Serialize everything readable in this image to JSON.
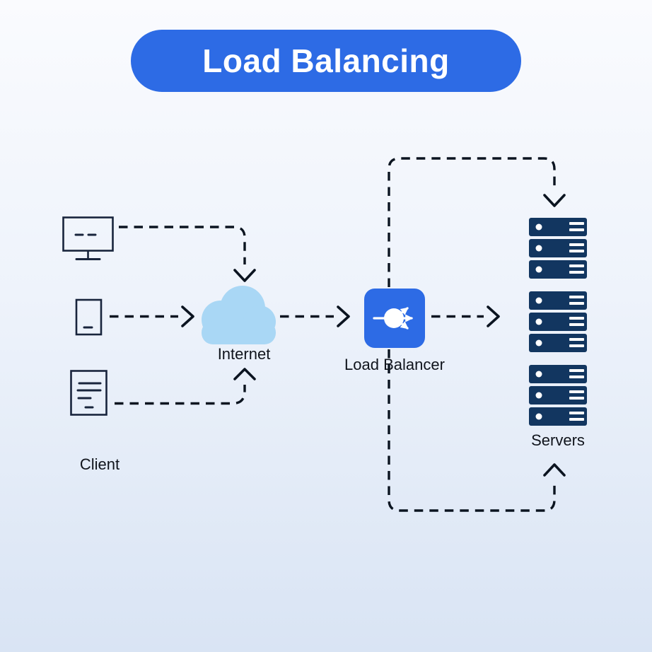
{
  "title": "Load Balancing",
  "nodes": {
    "client": {
      "label": "Client",
      "devices": [
        "desktop-monitor",
        "mobile-phone",
        "document"
      ]
    },
    "internet": {
      "label": "Internet"
    },
    "load_balancer": {
      "label": "Load Balancer"
    },
    "servers": {
      "label": "Servers",
      "stack_count": 3,
      "servers_per_stack": 3
    }
  },
  "connections": [
    {
      "from": "desktop-monitor",
      "to": "internet",
      "style": "dashed-arrow"
    },
    {
      "from": "mobile-phone",
      "to": "internet",
      "style": "dashed-arrow"
    },
    {
      "from": "document",
      "to": "internet",
      "style": "dashed-arrow"
    },
    {
      "from": "internet",
      "to": "load-balancer",
      "style": "dashed-arrow"
    },
    {
      "from": "load-balancer",
      "to": "server-stack-top",
      "style": "dashed-arrow"
    },
    {
      "from": "load-balancer",
      "to": "server-stack-middle",
      "style": "dashed-arrow"
    },
    {
      "from": "load-balancer",
      "to": "server-stack-bottom",
      "style": "dashed-arrow"
    }
  ],
  "colors": {
    "accent": "#2d6be5",
    "title_text": "#ffffff",
    "cloud": "#a9d7f5",
    "server": "#123660",
    "line": "#0b1420",
    "icon": "#18243c",
    "label_text": "#10141c",
    "bg_top": "#fafbfe",
    "bg_bottom": "#d9e4f4"
  }
}
